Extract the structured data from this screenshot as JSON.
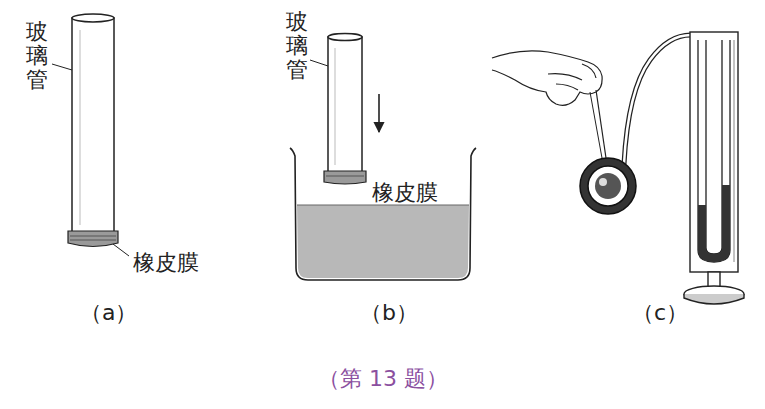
{
  "diagram": {
    "caption": "（第 13 题）",
    "labels": [
      "玻璃管",
      "橡皮膜",
      "玻璃管",
      "橡皮膜",
      "（a）",
      "（b）",
      "（c）"
    ]
  }
}
